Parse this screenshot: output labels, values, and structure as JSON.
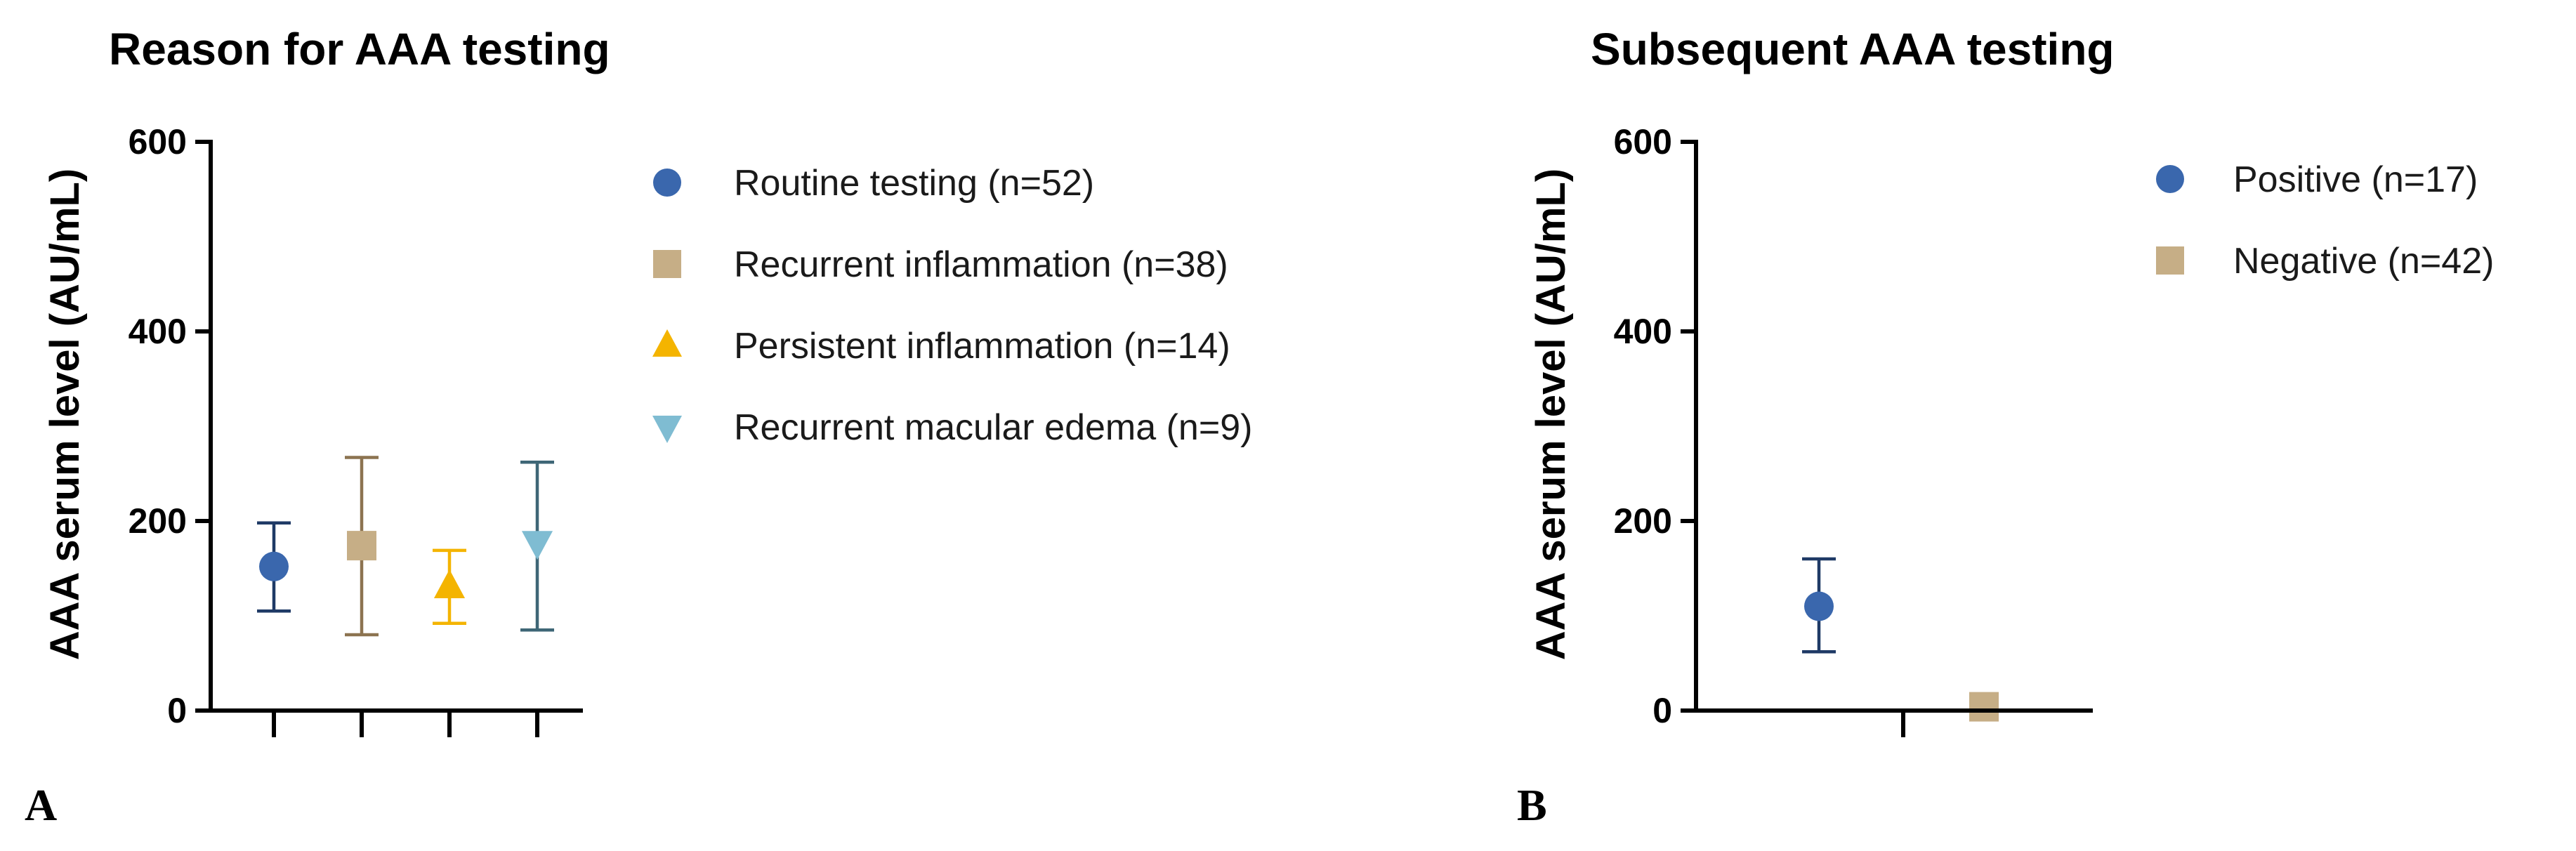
{
  "chart_data": [
    {
      "type": "scatter",
      "panel_label": "A",
      "title": "Reason for AAA testing",
      "ylabel": "AAA serum level (AU/mL)",
      "ylim": [
        0,
        600
      ],
      "yticks": [
        0,
        200,
        400,
        600
      ],
      "legend_position": "right",
      "series": [
        {
          "name": "Routine testing (n=52)",
          "marker": "circle",
          "color": "#3a67ad",
          "err_color": "#1f3a66",
          "mean": 152,
          "low": 105,
          "high": 198
        },
        {
          "name": "Recurrent inflammation (n=38)",
          "marker": "square",
          "color": "#c6ae86",
          "err_color": "#8c7350",
          "mean": 174,
          "low": 80,
          "high": 267
        },
        {
          "name": "Persistent inflammation (n=14)",
          "marker": "triangle-up",
          "color": "#f4b400",
          "err_color": "#f4b400",
          "mean": 131,
          "low": 92,
          "high": 169
        },
        {
          "name": "Recurrent macular edema (n=9)",
          "marker": "triangle-down",
          "color": "#7fbcd2",
          "err_color": "#3e6676",
          "mean": 177,
          "low": 85,
          "high": 262
        }
      ]
    },
    {
      "type": "scatter",
      "panel_label": "B",
      "title": "Subsequent AAA testing",
      "ylabel": "AAA serum level (AU/mL)",
      "ylim": [
        0,
        600
      ],
      "yticks": [
        0,
        200,
        400,
        600
      ],
      "legend_position": "right",
      "series": [
        {
          "name": "Positive (n=17)",
          "marker": "circle",
          "color": "#3a67ad",
          "err_color": "#1f3a66",
          "mean": 110,
          "low": 62,
          "high": 160
        },
        {
          "name": "Negative (n=42)",
          "marker": "square",
          "color": "#c6ae86",
          "err_color": "#8c7350",
          "mean": 4,
          "low": 4,
          "high": 4
        }
      ]
    }
  ]
}
